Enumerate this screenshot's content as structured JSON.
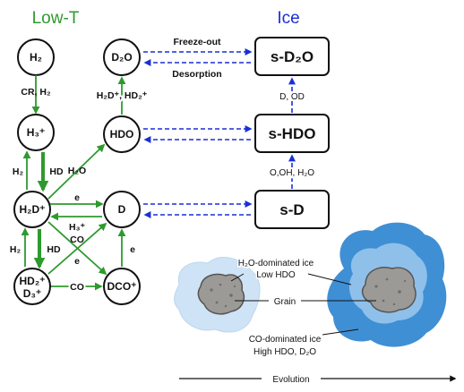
{
  "headers": {
    "low_t": "Low-T",
    "ice": "Ice"
  },
  "colors": {
    "green": "#2e9a2e",
    "blue": "#1a2fd6",
    "ice_dark": "#3f8fd4",
    "ice_mid": "#8fc0ea",
    "ice_light": "#cfe3f6",
    "grain": "#9c9a96"
  },
  "gas_nodes": {
    "h2": "H₂",
    "h3p": "H₃⁺",
    "h2dp": "H₂D⁺",
    "hd2p": "HD₂⁺",
    "d3p": "D₃⁺",
    "d2o": "D₂O",
    "hdo": "HDO",
    "d": "D",
    "dco": "DCO⁺"
  },
  "ice_boxes": {
    "sd2o": "s-D₂O",
    "shdo": "s-HDO",
    "sd": "s-D"
  },
  "labels": {
    "cr_h2": "CR, H₂",
    "h2_a": "H₂",
    "hd_a": "HD",
    "h2_b": "H₂",
    "hd_b": "HD",
    "h2o": "H₂O",
    "e_1": "e",
    "h3p_rev": "H₃⁺",
    "co_1": "CO",
    "e_2": "e",
    "co_2": "CO",
    "e_3": "e",
    "h2dp_hd2p": "H₂D⁺, HD₂⁺",
    "freeze_out": "Freeze-out",
    "desorption": "Desorption",
    "d_od": "D, OD",
    "o_oh_h2o": "O,OH, H₂O"
  },
  "grain_panel": {
    "h2o_ice": "H₂O-dominated ice",
    "low_hdo": "Low HDO",
    "grain": "Grain",
    "co_ice": "CO-dominated ice",
    "high_hdo": "High HDO, D₂O",
    "evolution": "Evolution"
  }
}
